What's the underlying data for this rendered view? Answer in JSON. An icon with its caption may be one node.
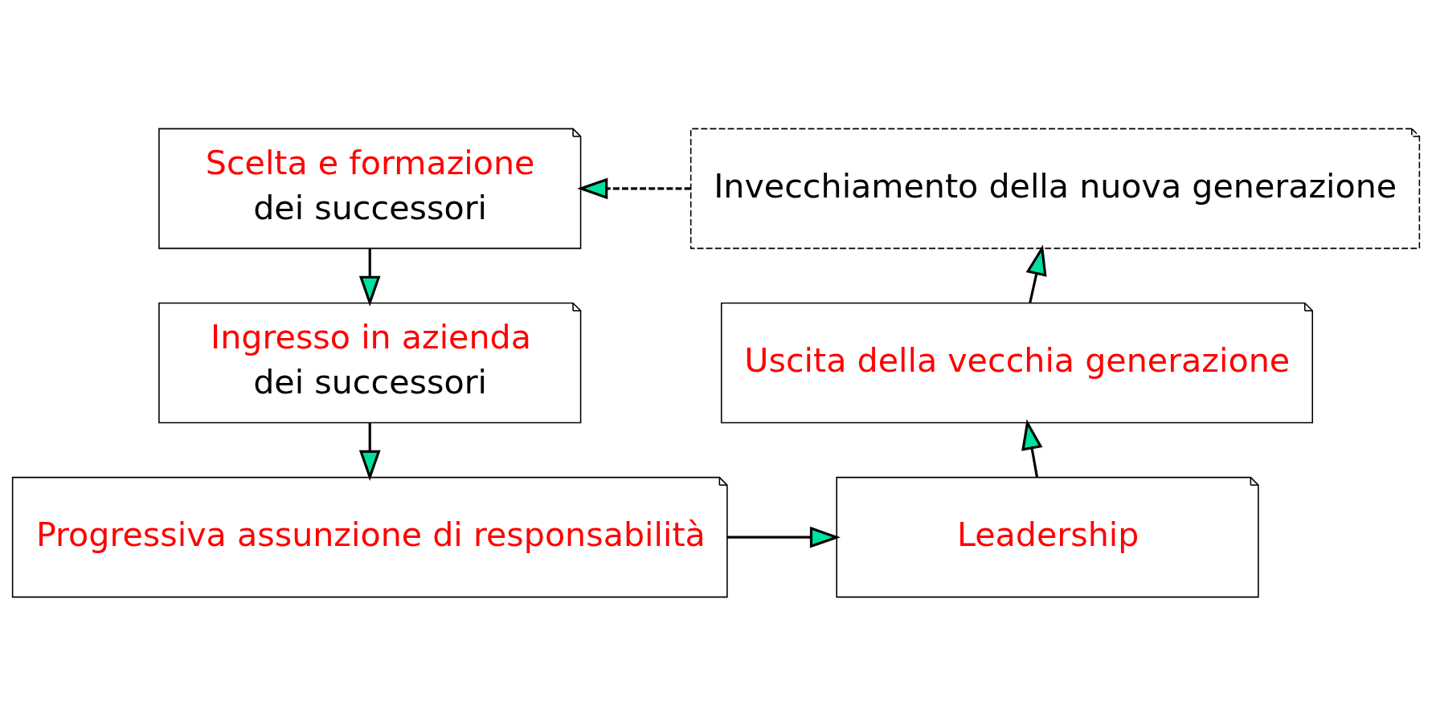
{
  "diagram": {
    "nodes": [
      {
        "text": [
          "Scelta e formazione",
          "dei successori"
        ]
      },
      {
        "text": [
          "Ingresso in azienda",
          "dei successori"
        ]
      },
      {
        "text": [
          "Progressiva assunzione di responsabilità"
        ]
      },
      {
        "text": [
          "Leadership"
        ]
      },
      {
        "text": [
          "Uscita della vecchia generazione"
        ]
      },
      {
        "text": [
          "Invecchiamento della nuova generazione"
        ]
      }
    ],
    "edges": [
      {
        "from": 0,
        "to": 1,
        "arrow": "to"
      },
      {
        "from": 1,
        "to": 2,
        "arrow": "to"
      },
      {
        "from": 2,
        "to": 3,
        "arrow": "to"
      },
      {
        "from": 3,
        "to": 4,
        "arrow": "to"
      },
      {
        "from": 4,
        "to": 5,
        "arrow": "to"
      },
      {
        "from": 5,
        "to": 0,
        "arrow": "to",
        "style": "dashed"
      }
    ]
  }
}
